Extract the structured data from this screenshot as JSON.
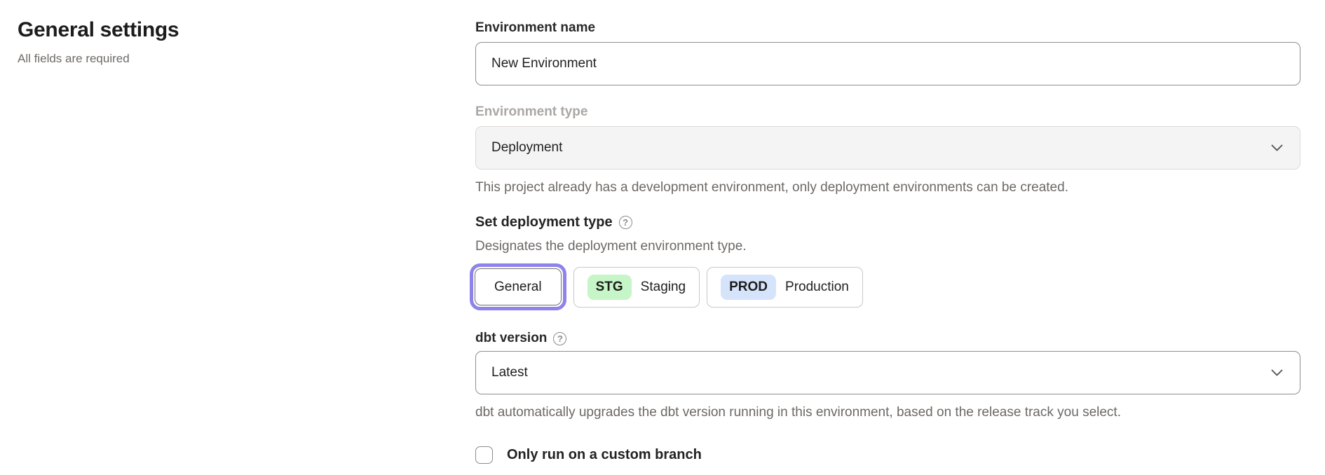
{
  "left": {
    "title": "General settings",
    "subtitle": "All fields are required"
  },
  "icons": {
    "help": "?"
  },
  "colors": {
    "accent_purple": "#8e83ea",
    "stg_badge": "#c6f6c8",
    "prod_badge": "#d6e4fb"
  },
  "form": {
    "environment_name": {
      "label": "Environment name",
      "value": "New Environment"
    },
    "environment_type": {
      "label": "Environment type",
      "value": "Deployment",
      "helper": "This project already has a development environment, only deployment environments can be created."
    },
    "deployment_type": {
      "label": "Set deployment type",
      "helper": "Designates the deployment environment type.",
      "options": [
        {
          "label": "General",
          "selected": true
        },
        {
          "badge": "STG",
          "label": "Staging"
        },
        {
          "badge": "PROD",
          "label": "Production"
        }
      ]
    },
    "dbt_version": {
      "label": "dbt version",
      "value": "Latest",
      "helper": "dbt automatically upgrades the dbt version running in this environment, based on the release track you select."
    },
    "custom_branch": {
      "label": "Only run on a custom branch",
      "checked": false
    }
  }
}
